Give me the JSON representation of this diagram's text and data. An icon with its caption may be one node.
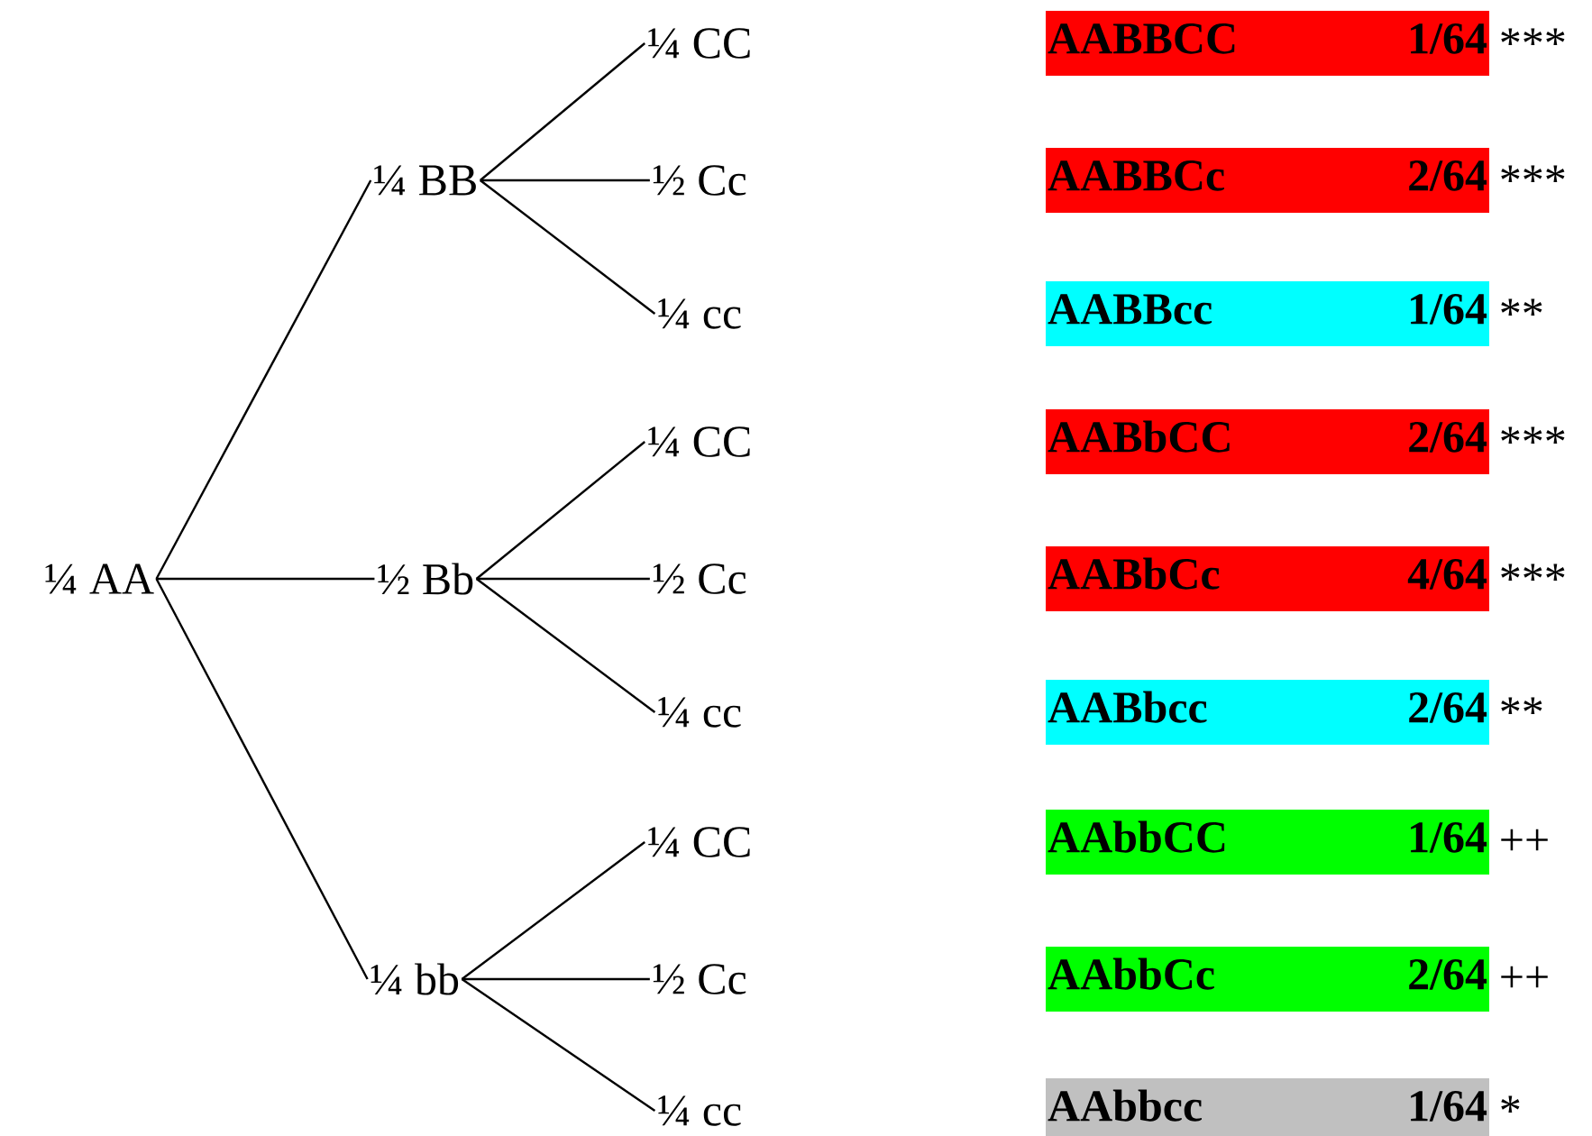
{
  "diagram": {
    "nodes": [
      {
        "text": [
          "¼ AA"
        ]
      },
      {
        "text": [
          "¼ BB"
        ]
      },
      {
        "text": [
          "¼ CC"
        ]
      },
      {
        "text": [
          "½ Cc"
        ]
      },
      {
        "text": [
          "¼ cc"
        ]
      },
      {
        "text": [
          "½ Bb"
        ]
      },
      {
        "text": [
          "¼ CC"
        ]
      },
      {
        "text": [
          "½ Cc"
        ]
      },
      {
        "text": [
          "¼ cc"
        ]
      },
      {
        "text": [
          "¼ bb"
        ]
      },
      {
        "text": [
          "¼ CC"
        ]
      },
      {
        "text": [
          "½ Cc"
        ]
      },
      {
        "text": [
          "¼ cc"
        ]
      },
      {
        "text": [
          "AABBCC",
          "1/64"
        ],
        "beside": [
          "***"
        ]
      },
      {
        "text": [
          "AABBCc",
          "2/64"
        ],
        "beside": [
          "***"
        ]
      },
      {
        "text": [
          "AABBcc",
          "1/64"
        ],
        "beside": [
          "**"
        ]
      },
      {
        "text": [
          "AABbCC",
          "2/64"
        ],
        "beside": [
          "***"
        ]
      },
      {
        "text": [
          "AABbCc",
          "4/64"
        ],
        "beside": [
          "***"
        ]
      },
      {
        "text": [
          "AABbcc",
          "2/64"
        ],
        "beside": [
          "**"
        ]
      },
      {
        "text": [
          "AAbbCC",
          "1/64"
        ],
        "beside": [
          "++"
        ]
      },
      {
        "text": [
          "AAbbCc",
          "2/64"
        ],
        "beside": [
          "++"
        ]
      },
      {
        "text": [
          "AAbbcc",
          "1/64"
        ],
        "beside": [
          "*"
        ]
      }
    ],
    "edges": [
      {
        "from": 0,
        "to": 1,
        "arrow": "none"
      },
      {
        "from": 0,
        "to": 5,
        "arrow": "none"
      },
      {
        "from": 0,
        "to": 9,
        "arrow": "none"
      },
      {
        "from": 1,
        "to": 2,
        "arrow": "none"
      },
      {
        "from": 1,
        "to": 3,
        "arrow": "none"
      },
      {
        "from": 1,
        "to": 4,
        "arrow": "none"
      },
      {
        "from": 5,
        "to": 6,
        "arrow": "none"
      },
      {
        "from": 5,
        "to": 7,
        "arrow": "none"
      },
      {
        "from": 5,
        "to": 8,
        "arrow": "none"
      },
      {
        "from": 9,
        "to": 10,
        "arrow": "none"
      },
      {
        "from": 9,
        "to": 11,
        "arrow": "none"
      },
      {
        "from": 9,
        "to": 12,
        "arrow": "none"
      }
    ]
  }
}
